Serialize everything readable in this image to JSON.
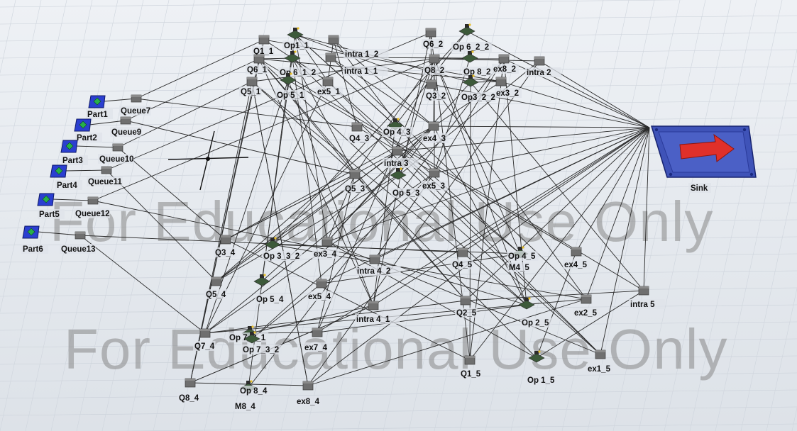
{
  "watermark": {
    "text_1": "For Educational Use Only",
    "text_2": "For Educational Use Only"
  },
  "sink": {
    "label": "Sink"
  },
  "sources": [
    {
      "label": "Part1"
    },
    {
      "label": "Part2"
    },
    {
      "label": "Part3"
    },
    {
      "label": "Part4"
    },
    {
      "label": "Part5"
    },
    {
      "label": "Part6"
    }
  ],
  "queues_left": [
    {
      "label": "Queue7"
    },
    {
      "label": "Queue9"
    },
    {
      "label": "Queue10"
    },
    {
      "label": "Queue11"
    },
    {
      "label": "Queue12"
    },
    {
      "label": "Queue13"
    }
  ],
  "nodes": [
    {
      "label": "Q1_1"
    },
    {
      "label": "Op1_1"
    },
    {
      "label": "intra 1_2"
    },
    {
      "label": "Q6_1"
    },
    {
      "label": "Op 6_1_2"
    },
    {
      "label": "intra 1_1"
    },
    {
      "label": "Q5_1"
    },
    {
      "label": "Op 5_1"
    },
    {
      "label": "ex5_1"
    },
    {
      "label": "Q6_2"
    },
    {
      "label": "Op 6_2_2"
    },
    {
      "label": "Q8_2"
    },
    {
      "label": "Op 8_2"
    },
    {
      "label": "ex8_2"
    },
    {
      "label": "intra 2"
    },
    {
      "label": "Q3_2"
    },
    {
      "label": "Op3_2_2"
    },
    {
      "label": "ex3_2"
    },
    {
      "label": "Q4_3"
    },
    {
      "label": "Op 4_3"
    },
    {
      "label": "ex4_3"
    },
    {
      "label": "intra 3"
    },
    {
      "label": "Q5_3"
    },
    {
      "label": "Op 5_3"
    },
    {
      "label": "ex5_3"
    },
    {
      "label": "Q3_4"
    },
    {
      "label": "Op 3_3_2"
    },
    {
      "label": "ex3_4"
    },
    {
      "label": "intra 4_2"
    },
    {
      "label": "Q5_4"
    },
    {
      "label": "Op 5_4"
    },
    {
      "label": "ex5_4"
    },
    {
      "label": "intra 4_1"
    },
    {
      "label": "Q7_4"
    },
    {
      "label": "Op 7_3_1"
    },
    {
      "label": "Op 7_3_2"
    },
    {
      "label": "ex7_4"
    },
    {
      "label": "Q8_4"
    },
    {
      "label": "Op 8_4"
    },
    {
      "label": "M8_4"
    },
    {
      "label": "ex8_4"
    },
    {
      "label": "Q4_5"
    },
    {
      "label": "Op 4_5"
    },
    {
      "label": "M4_5"
    },
    {
      "label": "ex4_5"
    },
    {
      "label": "Q2_5"
    },
    {
      "label": "Op 2_5"
    },
    {
      "label": "ex2_5"
    },
    {
      "label": "intra 5"
    },
    {
      "label": "Q1_5"
    },
    {
      "label": "Op 1_5"
    },
    {
      "label": "ex1_5"
    }
  ]
}
